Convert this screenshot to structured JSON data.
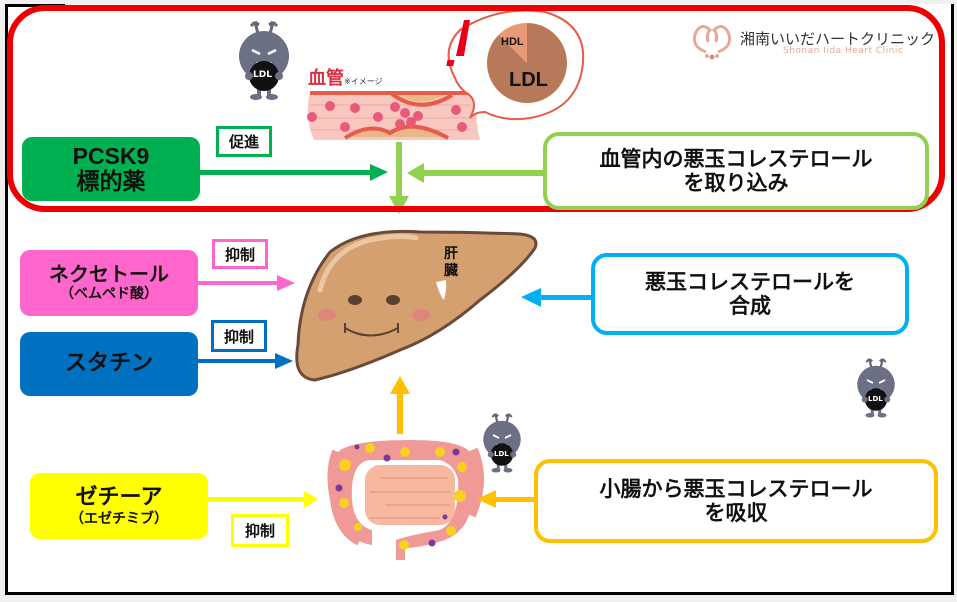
{
  "clinic": {
    "name": "湘南いいだハートクリニック",
    "name_en": "Shonan Iida Heart Clinic"
  },
  "blood_vessel": {
    "label": "血管",
    "note": "※イメージ"
  },
  "speech_bubble": {
    "exclaim": "!",
    "pie": {
      "slices": [
        {
          "label": "HDL",
          "fraction": 0.125,
          "color": "#e89a76"
        },
        {
          "label": "LDL",
          "fraction": 0.875,
          "color": "#b8785a"
        }
      ]
    }
  },
  "ldl_character": {
    "badge": "LDL"
  },
  "liver": {
    "label": "肝臓"
  },
  "drugs": [
    {
      "id": "pcsk9",
      "line1": "PCSK9",
      "line2": "標的薬",
      "action": "促進",
      "color": "#00b050"
    },
    {
      "id": "nexetol",
      "line1": "ネクセトール",
      "line2": "（ベムペド酸）",
      "action": "抑制",
      "color": "#ff66cc"
    },
    {
      "id": "statin",
      "line1": "スタチン",
      "line2": "",
      "action": "抑制",
      "color": "#0070c0"
    },
    {
      "id": "zetia",
      "line1": "ゼチーア",
      "line2": "（エゼチミブ）",
      "action": "抑制",
      "color": "#ffff00"
    }
  ],
  "processes": [
    {
      "id": "uptake",
      "line1": "血管内の悪玉コレステロール",
      "line2": "を取り込み",
      "color": "#92d050"
    },
    {
      "id": "synthesis",
      "line1": "悪玉コレステロールを",
      "line2": "合成",
      "color": "#00b0f0"
    },
    {
      "id": "absorption",
      "line1": "小腸から悪玉コレステロール",
      "line2": "を吸収",
      "color": "#ffc000"
    }
  ],
  "colors": {
    "highlight_frame": "#ee0000",
    "frame": "#000000"
  }
}
